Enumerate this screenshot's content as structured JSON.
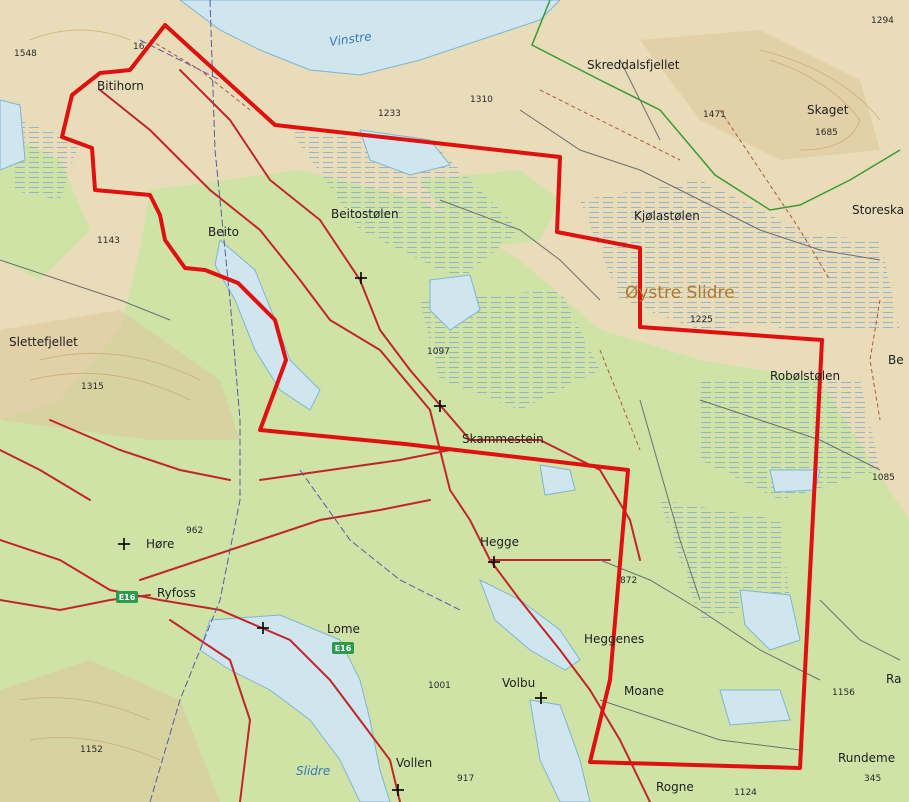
{
  "region_label": "Øystre Slidre",
  "water_labels": {
    "vinstre": "Vinstre",
    "slidre": "Slidre"
  },
  "places": {
    "bitihorn": "Bitihorn",
    "skreddalsfjellet": "Skreddalsfjellet",
    "skaget": "Skaget",
    "storeska": "Storeska",
    "beitostolen": "Beitostølen",
    "beito": "Beito",
    "kjolastolen": "Kjølastølen",
    "slettefjellet": "Slettefjellet",
    "be": "Be",
    "robolstolen": "Robølstølen",
    "skammestein": "Skammestein",
    "hore": "Høre",
    "hegge": "Hegge",
    "ryfoss": "Ryfoss",
    "lome": "Lome",
    "heggenes": "Heggenes",
    "ra": "Ra",
    "volbu": "Volbu",
    "moane": "Moane",
    "rundeme": "Rundeme",
    "vollen": "Vollen",
    "rogne": "Rogne"
  },
  "elevations": {
    "e1548": "1548",
    "e16xx": "16",
    "e1294": "1294",
    "e1233": "1233",
    "e1310": "1310",
    "e1471": "1471",
    "e1685": "1685",
    "e1143": "1143",
    "e1225": "1225",
    "e1097": "1097",
    "e1315": "1315",
    "e1085": "1085",
    "e962": "962",
    "e872": "872",
    "e1001": "1001",
    "e1156": "1156",
    "e1152": "1152",
    "e917": "917",
    "e345": "345",
    "e1124": "1124"
  },
  "road_shields": {
    "e16_a": "E16",
    "e16_b": "E16"
  },
  "colors": {
    "terrain": "#e9dcb8",
    "forest": "#cfe3a6",
    "water": "#cfe6ef",
    "boundary": "#e01010",
    "road": "#c0262a",
    "municipal_border": "#3a9a3a",
    "shield": "#2e9a4e"
  }
}
